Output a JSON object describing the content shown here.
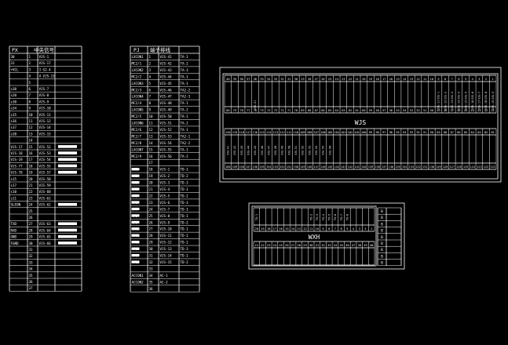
{
  "px_table": {
    "header": [
      "PX",
      "中央信号"
    ],
    "rows": [
      [
        "30",
        "1",
        "VJS-1"
      ],
      [
        "31",
        "2",
        "VJS-17"
      ],
      [
        "+VCL",
        "3",
        "3 G2-4"
      ],
      [
        "",
        "4",
        "4 VJS-13"
      ],
      [
        "",
        "5",
        ""
      ],
      [
        "s30",
        "6",
        "VJS-7"
      ],
      [
        "s20",
        "7",
        "VJS-8"
      ],
      [
        "s30",
        "8",
        "VJS-9"
      ],
      [
        "s34",
        "9",
        "VJS-10"
      ],
      [
        "s35",
        "10",
        "VJS-11"
      ],
      [
        "s36",
        "11",
        "VJS-12"
      ],
      [
        "s37",
        "12",
        "VJS-14"
      ],
      [
        "s38",
        "13",
        "VJS-15"
      ],
      [
        "",
        "14",
        ""
      ],
      [
        "VJS-17",
        "15",
        "VJS-52"
      ],
      [
        "VJS-18",
        "16",
        "VJS-53"
      ],
      [
        "VJS-19",
        "17",
        "VJS-54"
      ],
      [
        "VJS-77",
        "18",
        "VJS-55"
      ],
      [
        "VJS-78",
        "19",
        "VJS-57"
      ],
      [
        "s15",
        "20",
        "VJS-58"
      ],
      [
        "s17",
        "21",
        "VJS-59"
      ],
      [
        "s10",
        "22",
        "VJS-60"
      ],
      [
        "s11",
        "23",
        "VJS-61"
      ],
      [
        "SLEON",
        "24",
        "VJS-62"
      ],
      [
        "",
        "25",
        ""
      ],
      [
        "",
        "26",
        ""
      ],
      [
        "TXD",
        "27",
        "VJS-63"
      ],
      [
        "RXD",
        "28",
        "VJS-64"
      ],
      [
        "GND",
        "29",
        "VJS-65"
      ],
      [
        "FGND",
        "30",
        "VJS-66"
      ],
      [
        "",
        "31",
        ""
      ],
      [
        "",
        "32",
        ""
      ],
      [
        "",
        "33",
        ""
      ],
      [
        "",
        "34",
        ""
      ],
      [
        "",
        "35",
        ""
      ],
      [
        "",
        "36",
        ""
      ],
      [
        "",
        "37",
        ""
      ]
    ],
    "bar_rows": [
      14,
      15,
      16,
      17,
      18,
      23,
      26,
      27,
      28,
      29
    ]
  },
  "pj_table": {
    "header": [
      "PJ",
      "端子排线"
    ],
    "rows": [
      [
        "LXCON1",
        "1",
        "VJS-41",
        "TA-1"
      ],
      [
        "MC2/1",
        "2",
        "VJS-42",
        "TA-2"
      ],
      [
        "LXCON2",
        "3",
        "VJS-43",
        "TA-3"
      ],
      [
        "MC2/2",
        "4",
        "VJS-44",
        "TA-1"
      ],
      [
        "LXCON3",
        "5",
        "VJS-45",
        "TA-1"
      ],
      [
        "MC2/3",
        "6",
        "VJS-46",
        "TA2-2"
      ],
      [
        "LXCON4",
        "7",
        "VJS-47",
        "TA2-3"
      ],
      [
        "MC2/4",
        "8",
        "VJS-48",
        "TA-1"
      ],
      [
        "LXCON5",
        "9",
        "VJS-49",
        "TA-2"
      ],
      [
        "MC2/5",
        "10",
        "VJS-50",
        "TA-1"
      ],
      [
        "LXCON6",
        "11",
        "VJS-51",
        "TA-2"
      ],
      [
        "MC2/6",
        "12",
        "VJS-52",
        "TA-1"
      ],
      [
        "MC2/7",
        "13",
        "VJS-53",
        "TA2-1"
      ],
      [
        "MC2/8",
        "14",
        "VJS-54",
        "TA2-2"
      ],
      [
        "LXCON7",
        "15",
        "VJS-55",
        "TA-1"
      ],
      [
        "MC2/9",
        "16",
        "VJS-56",
        "TA-2"
      ],
      [
        "",
        "17",
        "",
        ""
      ],
      [
        "MF1",
        "18",
        "VJS-1",
        "TD-1"
      ],
      [
        "MF2",
        "19",
        "VJS-2",
        "TD-2"
      ],
      [
        "MF3",
        "20",
        "VJS-3",
        "TD-3"
      ],
      [
        "MF4",
        "21",
        "VJS-4",
        "TD-1"
      ],
      [
        "MF5",
        "22",
        "VJS-5",
        "TD-2"
      ],
      [
        "MF6",
        "23",
        "VJS-6",
        "TD-3"
      ],
      [
        "MF7",
        "24",
        "VJS-7",
        "TD-1"
      ],
      [
        "MF8",
        "25",
        "VJS-8",
        "TD-1"
      ],
      [
        "MF9",
        "26",
        "VJS-9",
        "TD-2"
      ],
      [
        "MF10",
        "27",
        "VJS-10",
        "TD-1"
      ],
      [
        "MF11",
        "28",
        "VJS-11",
        "TD-1"
      ],
      [
        "MF12",
        "29",
        "VJS-12",
        "TD-2"
      ],
      [
        "MF13",
        "30",
        "VJS-13",
        "TD-3"
      ],
      [
        "MF14",
        "31",
        "VJS-14",
        "TD-1"
      ],
      [
        "MF15",
        "32",
        "VJS-15",
        "TD-2"
      ],
      [
        "",
        "33",
        "",
        ""
      ],
      [
        "ACCON1",
        "34",
        "AC-1",
        ""
      ],
      [
        "ACCON2",
        "35",
        "AC-2",
        ""
      ],
      [
        "",
        "36",
        "",
        ""
      ]
    ],
    "bar_rows": [
      17,
      18,
      19,
      20,
      21,
      22,
      23,
      24,
      25,
      26,
      27,
      28,
      29,
      30,
      31
    ]
  },
  "wjs_panel": {
    "title": "WJS",
    "top_numbers": [
      "40",
      "39",
      "38",
      "37",
      "36",
      "35",
      "34",
      "33",
      "32",
      "31",
      "30",
      "29",
      "28",
      "27",
      "26",
      "25",
      "24",
      "23",
      "22",
      "21",
      "20",
      "19",
      "18",
      "17",
      "16",
      "15",
      "14",
      "13",
      "12",
      "11",
      "10",
      "9",
      "8",
      "7",
      "6",
      "5",
      "4",
      "3",
      "2",
      "1"
    ],
    "mid_numbers": [
      "80",
      "79",
      "78",
      "77",
      "76",
      "75",
      "74",
      "73",
      "72",
      "71",
      "70",
      "69",
      "68",
      "67",
      "66",
      "65",
      "64",
      "63",
      "62",
      "61",
      "60",
      "59",
      "58",
      "57",
      "56",
      "55",
      "54",
      "53",
      "52",
      "51",
      "50",
      "49",
      "48",
      "47",
      "46",
      "45",
      "44",
      "43",
      "42",
      "41"
    ],
    "low_numbers": [
      "120",
      "119",
      "118",
      "117",
      "116",
      "115",
      "114",
      "113",
      "112",
      "111",
      "110",
      "109",
      "108",
      "107",
      "106",
      "105",
      "104",
      "103",
      "102",
      "101",
      "100",
      "99",
      "98",
      "97",
      "96",
      "95",
      "94",
      "93",
      "92",
      "91",
      "90",
      "89",
      "88",
      "87",
      "86",
      "85",
      "84",
      "83",
      "82",
      "81"
    ],
    "bottom_numbers": [
      "160",
      "159",
      "158",
      "157",
      "156",
      "155",
      "154",
      "153",
      "152",
      "151",
      "150",
      "149",
      "148",
      "147",
      "146",
      "145",
      "144",
      "143",
      "142",
      "141",
      "140",
      "139",
      "138",
      "137",
      "136",
      "135",
      "134",
      "133",
      "132",
      "131",
      "130",
      "129",
      "128",
      "127",
      "126",
      "125",
      "124",
      "123",
      "122",
      "121"
    ],
    "top_labels": [
      "",
      "",
      "",
      "",
      "",
      "",
      "",
      "",
      "",
      "",
      "",
      "",
      "",
      "",
      "",
      "",
      "",
      "",
      "",
      "",
      "",
      "",
      "",
      "",
      "",
      "",
      "",
      "",
      "",
      "",
      "",
      "VJS-1",
      "VJS-2",
      "VJS-3",
      "VJS-4",
      "VJS-5",
      "VJS-6",
      "VJS-7",
      "VJS-8",
      "VJS-9"
    ],
    "top_labels_2": [
      "",
      "",
      "",
      "",
      "VJS-21",
      "",
      "",
      "",
      "",
      "",
      "",
      "",
      "",
      "",
      "",
      "",
      "",
      "",
      "",
      "",
      "",
      "",
      "",
      "",
      "",
      "",
      "",
      "",
      "",
      "",
      "",
      "VJS-11",
      "VJS-12",
      "VJS-13",
      "VJS-14",
      "VJS-15",
      "VJS-16",
      "VJS-17",
      "VJS-18",
      "VJS-19"
    ],
    "low_labels": [
      "VJS-41",
      "VJS-42",
      "VJS-43",
      "VJS-44",
      "VJS-45",
      "VJS-46",
      "VJS-47",
      "VJS-48",
      "VJS-49",
      "VJS-50",
      "VJS-51",
      "VJS-52",
      "VJS-53",
      "VJS-54",
      "VJS-55",
      "VJS-56",
      "",
      "",
      "",
      "",
      "",
      "",
      "",
      "",
      "",
      "",
      "",
      "",
      "",
      "",
      "",
      "",
      "",
      "",
      "",
      "",
      "",
      "",
      "",
      ""
    ]
  },
  "wxh_panel": {
    "title": "WXH",
    "top_numbers": [
      "20",
      "19",
      "18",
      "17",
      "16",
      "15",
      "14",
      "13",
      "12",
      "11",
      "10",
      "9",
      "8",
      "7",
      "6",
      "5",
      "4",
      "3",
      "2",
      "1"
    ],
    "bottom_numbers": [
      "21",
      "22",
      "23",
      "24",
      "25",
      "26",
      "27",
      "28",
      "29",
      "30",
      "31",
      "32",
      "33",
      "34",
      "35",
      "36",
      "37",
      "38",
      "39",
      "40"
    ],
    "top_labels": [
      "TX-1",
      "",
      "",
      "",
      "",
      "",
      "",
      "",
      "",
      "TX-2",
      "TX-3",
      "TX-4",
      "TX-5",
      "TX-6",
      "TX-7",
      "TX-8",
      "",
      "",
      "",
      ""
    ],
    "bottom_labels": [
      "",
      "",
      "",
      "",
      "",
      "",
      "",
      "",
      "",
      "",
      "",
      "",
      "",
      "",
      "",
      "",
      "",
      "",
      "",
      ""
    ],
    "side_labels": [
      "B",
      "B",
      "B",
      "B",
      "B",
      "B",
      "B",
      "B",
      "B"
    ]
  }
}
